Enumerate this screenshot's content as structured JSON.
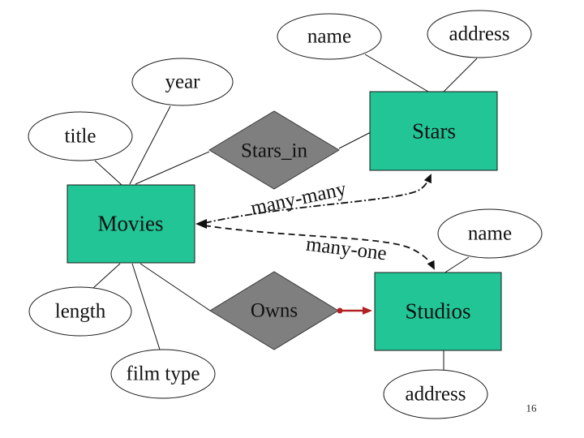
{
  "diagram": {
    "page_number": "16",
    "entities": [
      {
        "id": "movies",
        "label": "Movies"
      },
      {
        "id": "stars",
        "label": "Stars"
      },
      {
        "id": "studios",
        "label": "Studios"
      }
    ],
    "relationships": [
      {
        "id": "stars_in",
        "label": "Stars_in"
      },
      {
        "id": "owns",
        "label": "Owns"
      }
    ],
    "attributes": [
      {
        "id": "name_stars",
        "label": "name"
      },
      {
        "id": "address_stars",
        "label": "address"
      },
      {
        "id": "year_movies",
        "label": "year"
      },
      {
        "id": "title_movies",
        "label": "title"
      },
      {
        "id": "length_movies",
        "label": "length"
      },
      {
        "id": "film_type_movies",
        "label": "film type"
      },
      {
        "id": "name_studios",
        "label": "name"
      },
      {
        "id": "address_studios",
        "label": "address"
      }
    ],
    "cardinality_labels": {
      "many_many": "many-many",
      "many_one": "many-one"
    },
    "colors": {
      "entity_fill": "#21C596",
      "relationship_fill": "#7F7F7F",
      "owns_arrow": "#B22222",
      "line": "#111111"
    }
  }
}
